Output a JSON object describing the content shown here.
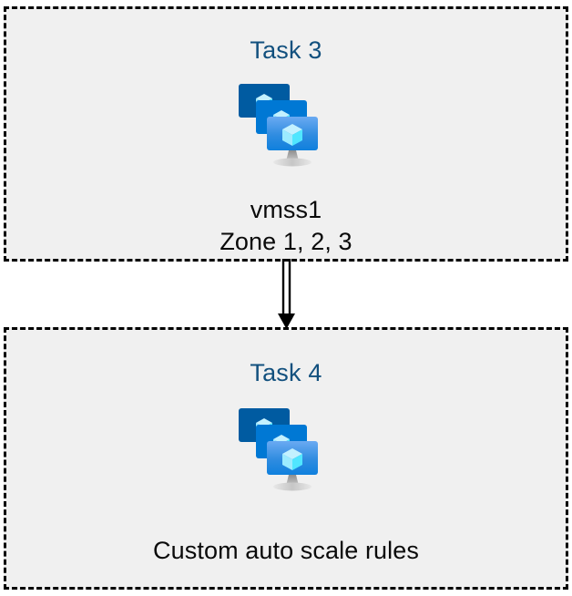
{
  "diagram": {
    "title": "Azure VM scale set task flow",
    "background_color": "#ffffff",
    "box_fill_color": "#f0f0f0",
    "box_border_color": "#000000",
    "heading_color": "#12507e",
    "caption_color": "#0a0a0a",
    "connector_color": "#000000"
  },
  "boxes": [
    {
      "id": "task3",
      "heading": "Task 3",
      "caption": "vmss1\nZone 1, 2, 3",
      "caption_line1": "vmss1",
      "caption_line2": "Zone 1, 2, 3",
      "icon": "vm-scale-set-icon",
      "icon_label": "Virtual machine scale set"
    },
    {
      "id": "task4",
      "heading": "Task 4",
      "caption": "Custom auto scale rules",
      "caption_line1": "Custom auto scale rules",
      "caption_line2": "",
      "icon": "vm-scale-set-icon",
      "icon_label": "Virtual machine scale set"
    }
  ],
  "connector": {
    "name": "arrow-down-icon",
    "from": "task3",
    "to": "task4",
    "style": "double-line-with-solid-arrowhead"
  },
  "icon_colors": {
    "monitor_back": "#005ba1",
    "monitor_middle": "#0078d4",
    "monitor_front_top": "#5ea0ef",
    "monitor_front_bottom": "#0f80dd",
    "cube_light": "#c3f1ff",
    "cube_mid": "#9cebff",
    "cube_dark": "#50e6ff",
    "stand_top": "#949494",
    "stand_base": "#dcdcdc"
  }
}
